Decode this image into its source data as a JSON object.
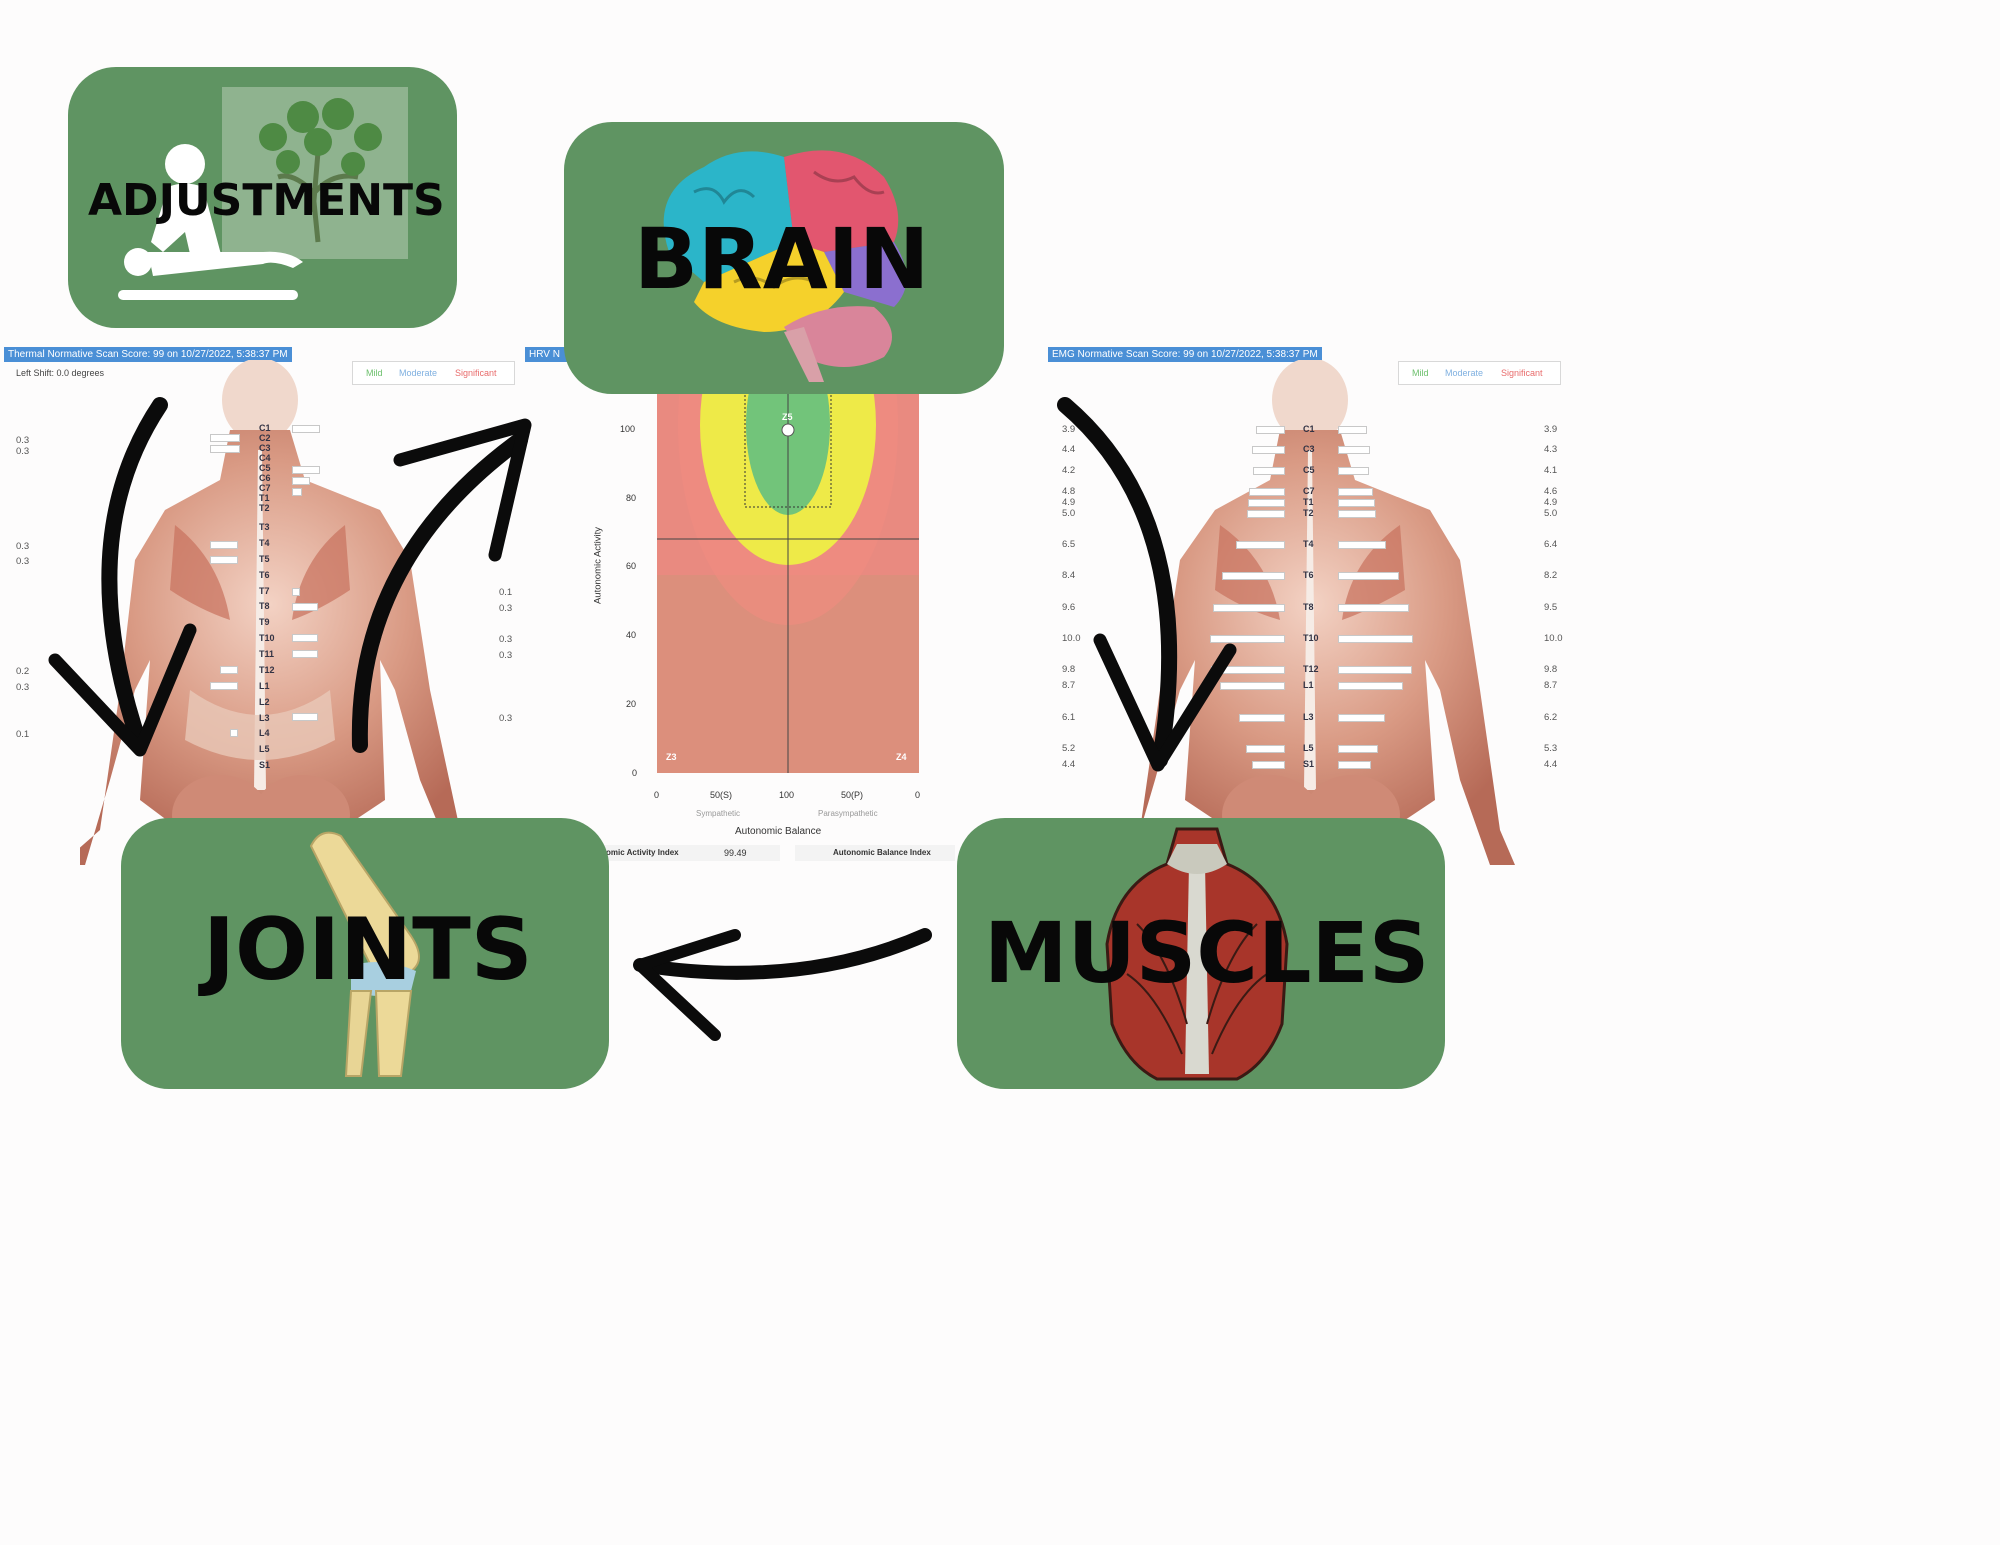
{
  "thermal": {
    "header": "Thermal Normative Scan Score: 99 on 10/27/2022, 5:38:37 PM",
    "left_shift": "Left Shift: 0.0 degrees",
    "legend": {
      "mild": "Mild",
      "moderate": "Moderate",
      "significant": "Significant"
    },
    "vertebrae": [
      "C1",
      "C2",
      "C3",
      "C4",
      "C5",
      "C6",
      "C7",
      "T1",
      "T2",
      "T3",
      "T4",
      "T5",
      "T6",
      "T7",
      "T8",
      "T9",
      "T10",
      "T11",
      "T12",
      "L1",
      "L2",
      "L3",
      "L4",
      "L5",
      "S1"
    ],
    "left_values": [
      "0.3",
      "0.3",
      "0.3",
      "0.3",
      "0.2",
      "0.3",
      "0.1"
    ],
    "right_values": [
      "0.1",
      "0.3",
      "0.3",
      "0.3",
      "0.3"
    ]
  },
  "hrv": {
    "header": "HRV N",
    "zones": {
      "z5": "Z5",
      "z3": "Z3",
      "z4": "Z4"
    },
    "y_ticks": [
      "100",
      "80",
      "60",
      "40",
      "20",
      "0"
    ],
    "x_ticks": [
      "0",
      "50(S)",
      "100",
      "50(P)",
      "0"
    ],
    "sympathetic": "Sympathetic",
    "parasympathetic": "Parasympathetic",
    "ylabel": "Autonomic Activity",
    "xlabel": "Autonomic Balance",
    "activity_index_label": "omic Activity Index",
    "activity_index_value": "99.49",
    "balance_index_label": "Autonomic Balance Index"
  },
  "emg": {
    "header": "EMG Normative Scan Score: 99 on 10/27/2022, 5:38:37 PM",
    "legend": {
      "mild": "Mild",
      "moderate": "Moderate",
      "significant": "Significant"
    },
    "vertebrae": [
      "C1",
      "C3",
      "C5",
      "C7",
      "T1",
      "T2",
      "T4",
      "T6",
      "T8",
      "T10",
      "T12",
      "L1",
      "L3",
      "L5",
      "S1"
    ],
    "left_values": [
      "3.9",
      "4.4",
      "4.2",
      "4.8",
      "4.9",
      "5.0",
      "6.5",
      "8.4",
      "9.6",
      "10.0",
      "9.8",
      "8.7",
      "6.1",
      "5.2",
      "4.4"
    ],
    "right_values": [
      "3.9",
      "4.3",
      "4.1",
      "4.6",
      "4.9",
      "5.0",
      "6.4",
      "8.2",
      "9.5",
      "10.0",
      "9.8",
      "8.7",
      "6.2",
      "5.3",
      "4.4"
    ]
  },
  "cards": {
    "adjustments": "ADJUSTMENTS",
    "brain": "BRAIN",
    "joints": "JOINTS",
    "muscles": "MUSCLES"
  },
  "colors": {
    "card_green": "#5f9462",
    "zone_red": "#e98a80",
    "zone_yellow": "#eeea48",
    "zone_green": "#72c47a",
    "header_blue": "#4a8fd6"
  },
  "icons": [
    "massage-icon",
    "tree-icon",
    "brain-icon",
    "knee-joint-icon",
    "muscle-torso-icon",
    "curved-arrow-icon",
    "human-back-icon"
  ]
}
